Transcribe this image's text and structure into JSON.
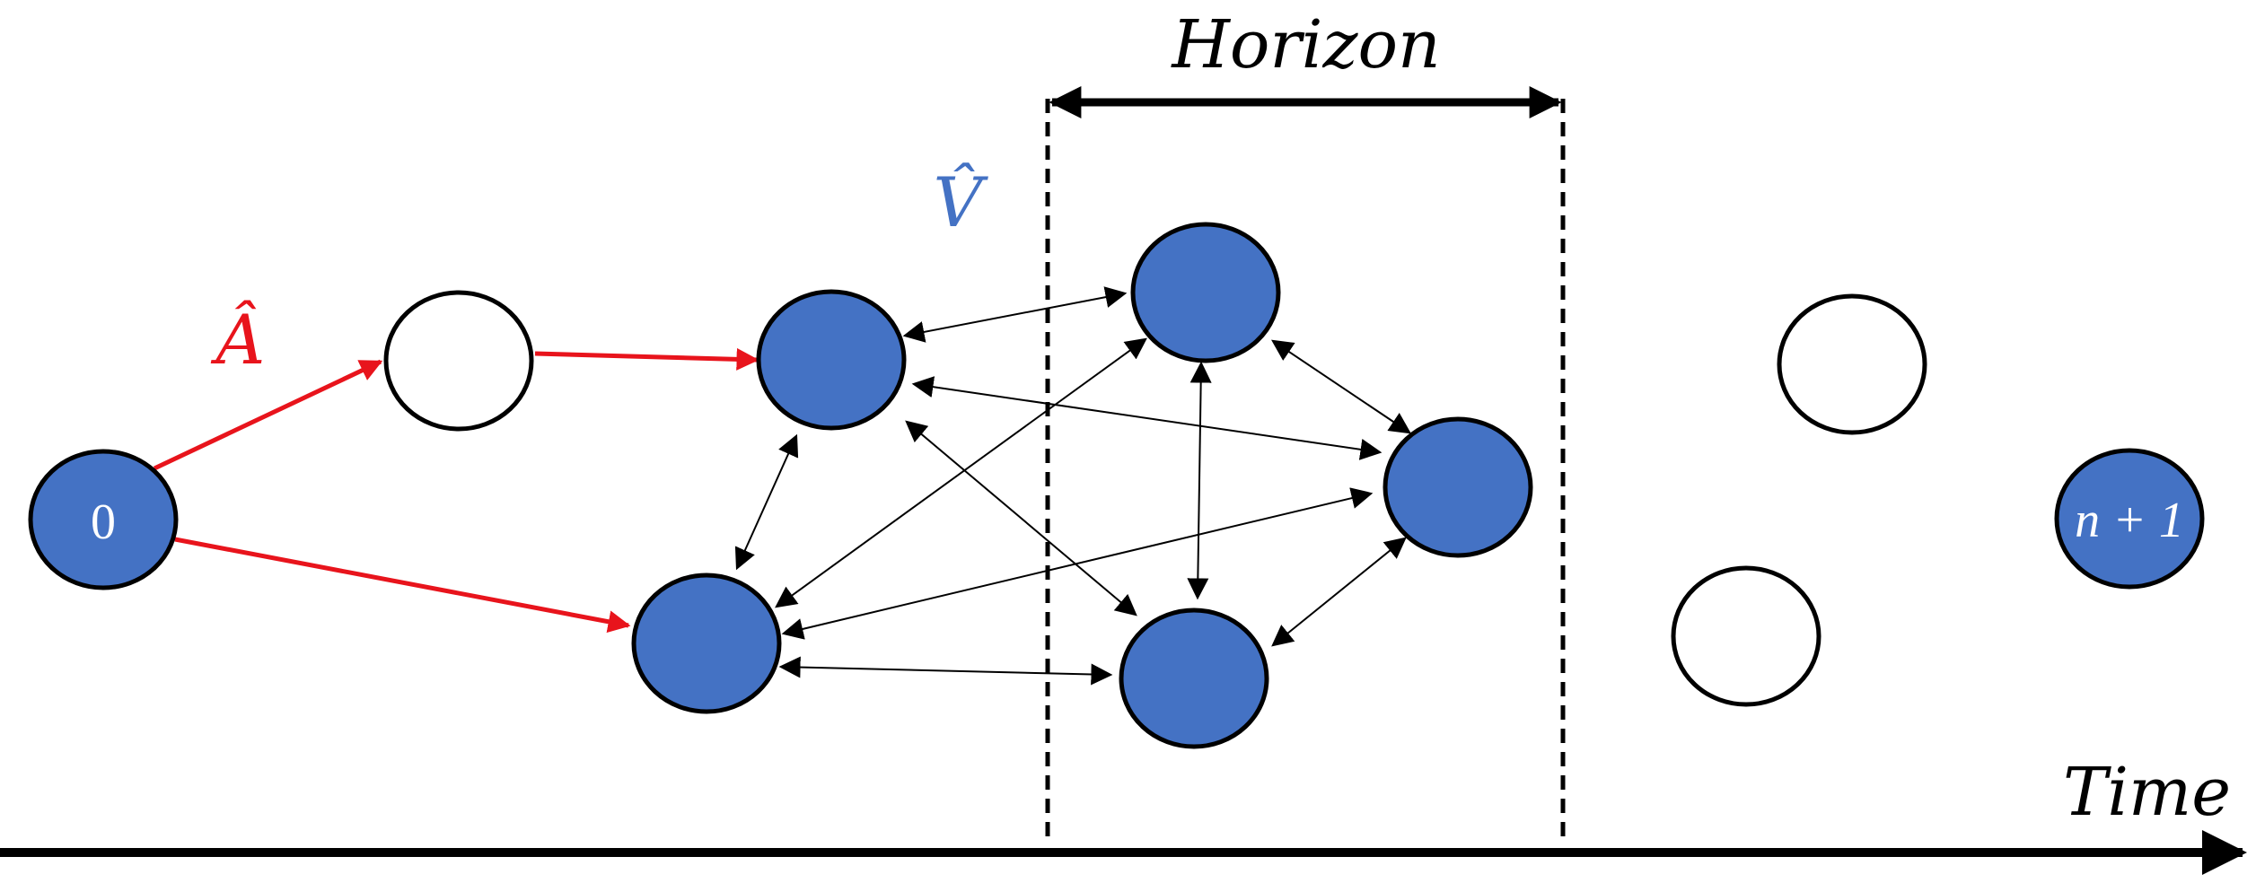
{
  "labels": {
    "horizon": "Horizon",
    "time": "Time",
    "a_hat": "Â",
    "v_hat": "V̂",
    "start_node": "0",
    "end_node": "n + 1"
  },
  "colors": {
    "node_fill": "#4472C4",
    "node_stroke": "#000000",
    "red_arrow": "#E8141C",
    "a_hat_text": "#E8141C",
    "v_hat_text": "#4472C4",
    "black": "#000000",
    "white": "#FFFFFF"
  },
  "nodes": [
    {
      "id": "start",
      "filled": true
    },
    {
      "id": "unvisited-1",
      "filled": false
    },
    {
      "id": "visited-top-left",
      "filled": true
    },
    {
      "id": "visited-bottom-left",
      "filled": true
    },
    {
      "id": "visited-top-middle",
      "filled": true
    },
    {
      "id": "visited-bottom-middle",
      "filled": true
    },
    {
      "id": "visited-right",
      "filled": true
    },
    {
      "id": "unvisited-2",
      "filled": false
    },
    {
      "id": "unvisited-3",
      "filled": false
    },
    {
      "id": "end",
      "filled": true
    }
  ]
}
